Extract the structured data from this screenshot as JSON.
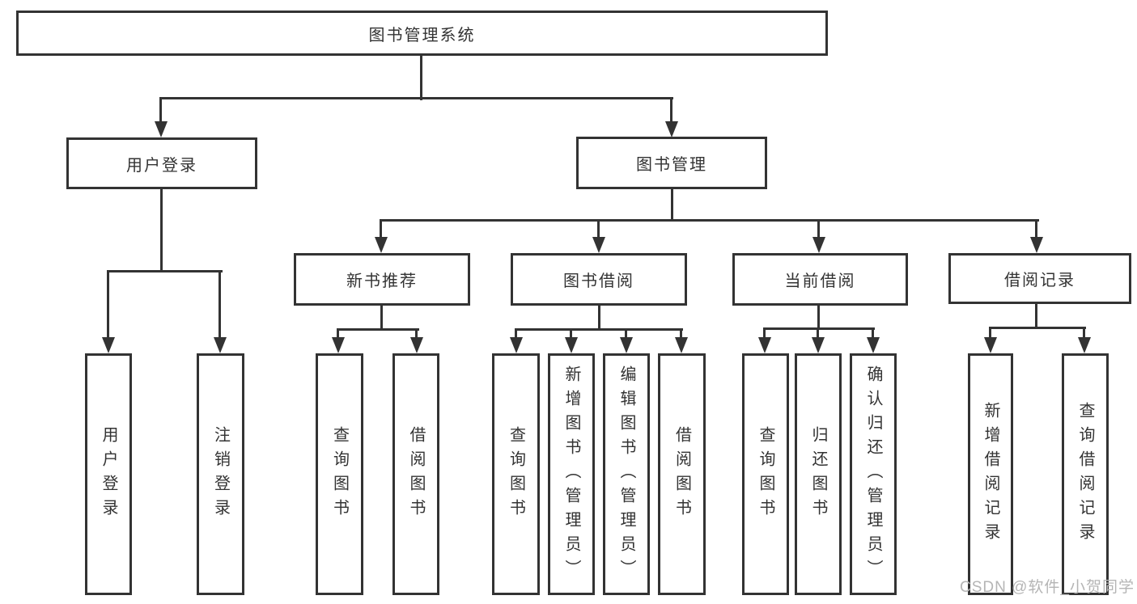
{
  "diagram": {
    "root": "图书管理系统",
    "level2": {
      "login": "用户登录",
      "books": "图书管理"
    },
    "level3": {
      "recommend": "新书推荐",
      "borrow": "图书借阅",
      "current": "当前借阅",
      "records": "借阅记录"
    },
    "leaves": {
      "login": [
        "用户登录",
        "注销登录"
      ],
      "recommend": [
        "查询图书",
        "借阅图书"
      ],
      "borrow": [
        "查询图书",
        "新增图书（管理员）",
        "编辑图书（管理员）",
        "借阅图书"
      ],
      "current": [
        "查询图书",
        "归还图书",
        "确认归还（管理员）"
      ],
      "records": [
        "新增借阅记录",
        "查询借阅记录"
      ]
    }
  },
  "watermark": "CSDN @软件_小贺同学",
  "colors": {
    "line": "#333333",
    "text": "#333333",
    "watermark": "#b5b5b5",
    "background": "#ffffff"
  }
}
